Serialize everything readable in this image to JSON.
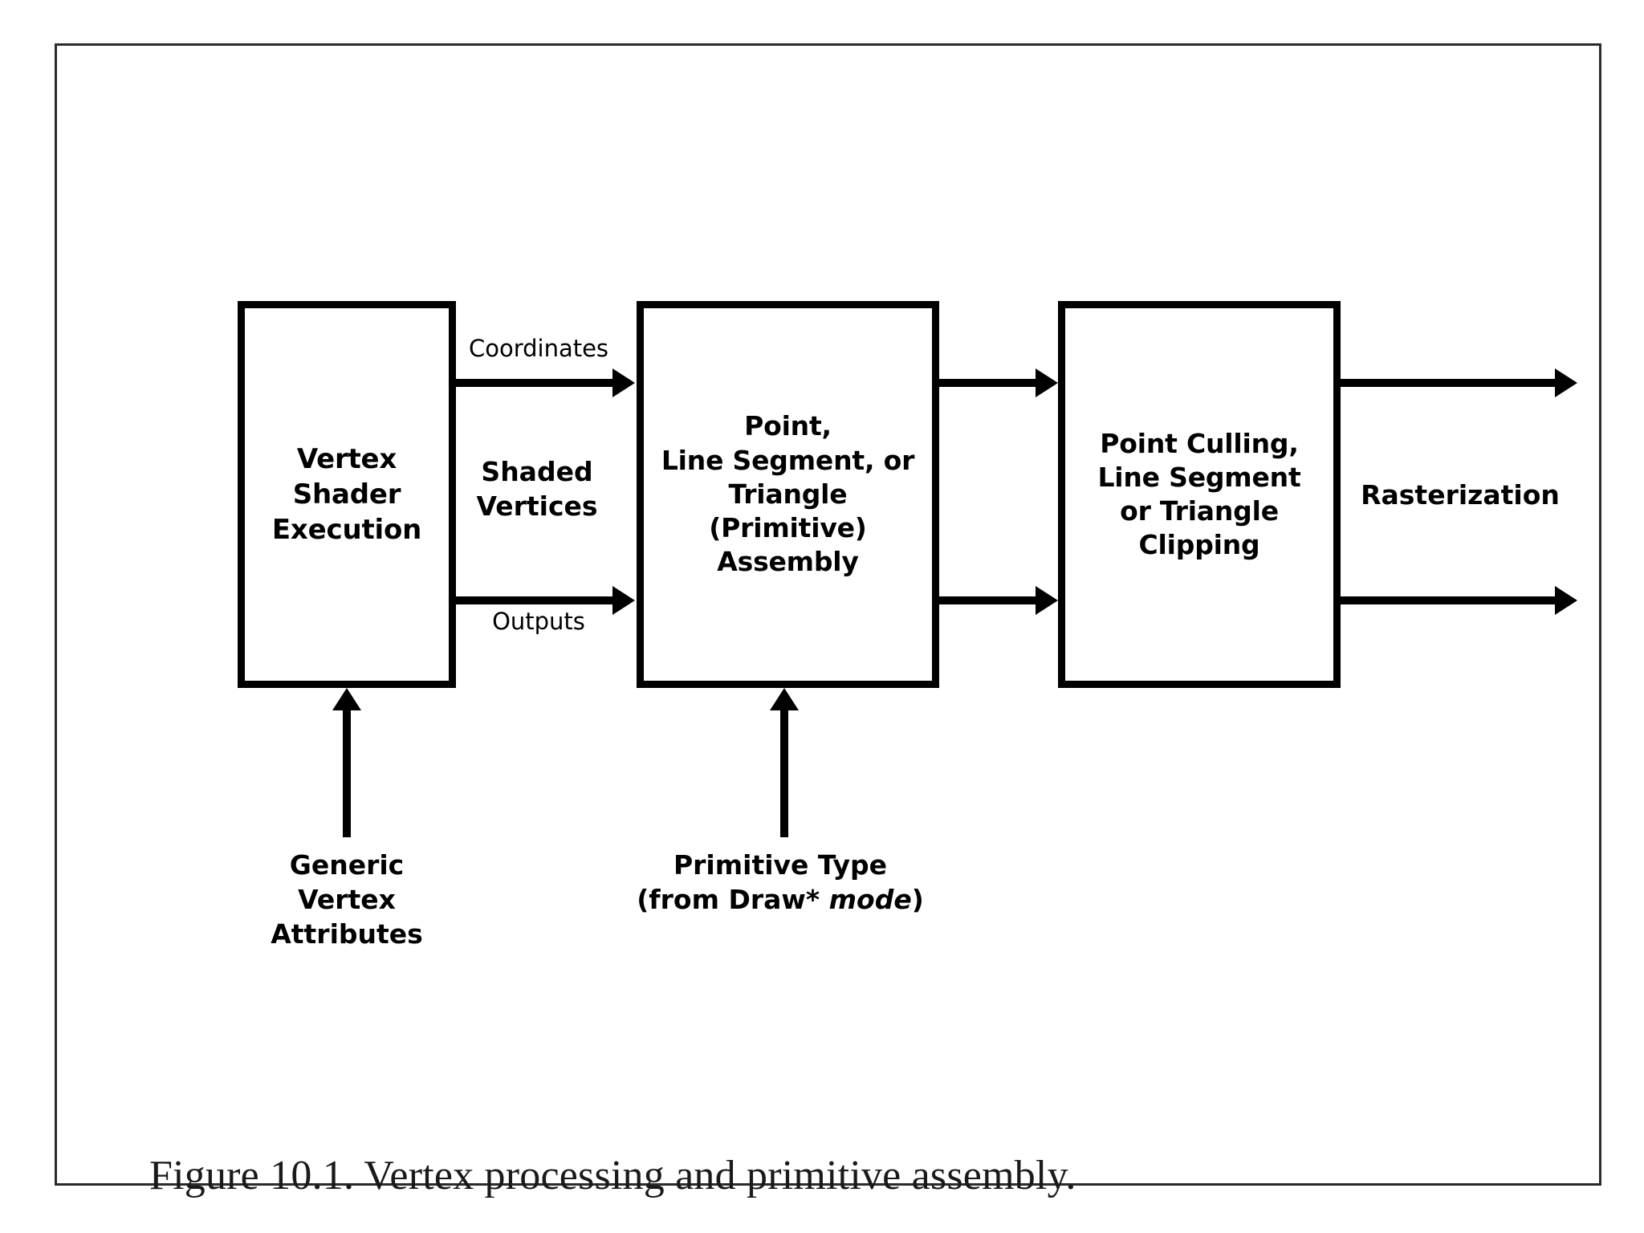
{
  "figure": {
    "caption": "Figure 10.1. Vertex processing and primitive assembly."
  },
  "diagram": {
    "stages": [
      {
        "id": "vertex-shader-execution",
        "label": "Vertex\nShader\nExecution"
      },
      {
        "id": "primitive-assembly",
        "label": "Point,\nLine Segment, or\nTriangle\n(Primitive)\nAssembly"
      },
      {
        "id": "clipping",
        "label": "Point Culling,\nLine Segment\nor Triangle\nClipping"
      }
    ],
    "flow_labels": {
      "coordinates": "Coordinates",
      "shaded_vertices": "Shaded\nVertices",
      "outputs": "Outputs",
      "rasterization": "Rasterization"
    },
    "inputs": [
      {
        "id": "generic-vertex-attributes",
        "label": "Generic\nVertex\nAttributes"
      },
      {
        "id": "primitive-type",
        "label_line1": "Primitive Type",
        "label_line2_prefix": "(from Draw* ",
        "label_line2_em": "mode",
        "label_line2_suffix": ")"
      }
    ],
    "colors": {
      "stroke": "#000000",
      "page_frame": "#2b2b2b",
      "background": "#ffffff",
      "caption": "#1a1a1a"
    }
  }
}
